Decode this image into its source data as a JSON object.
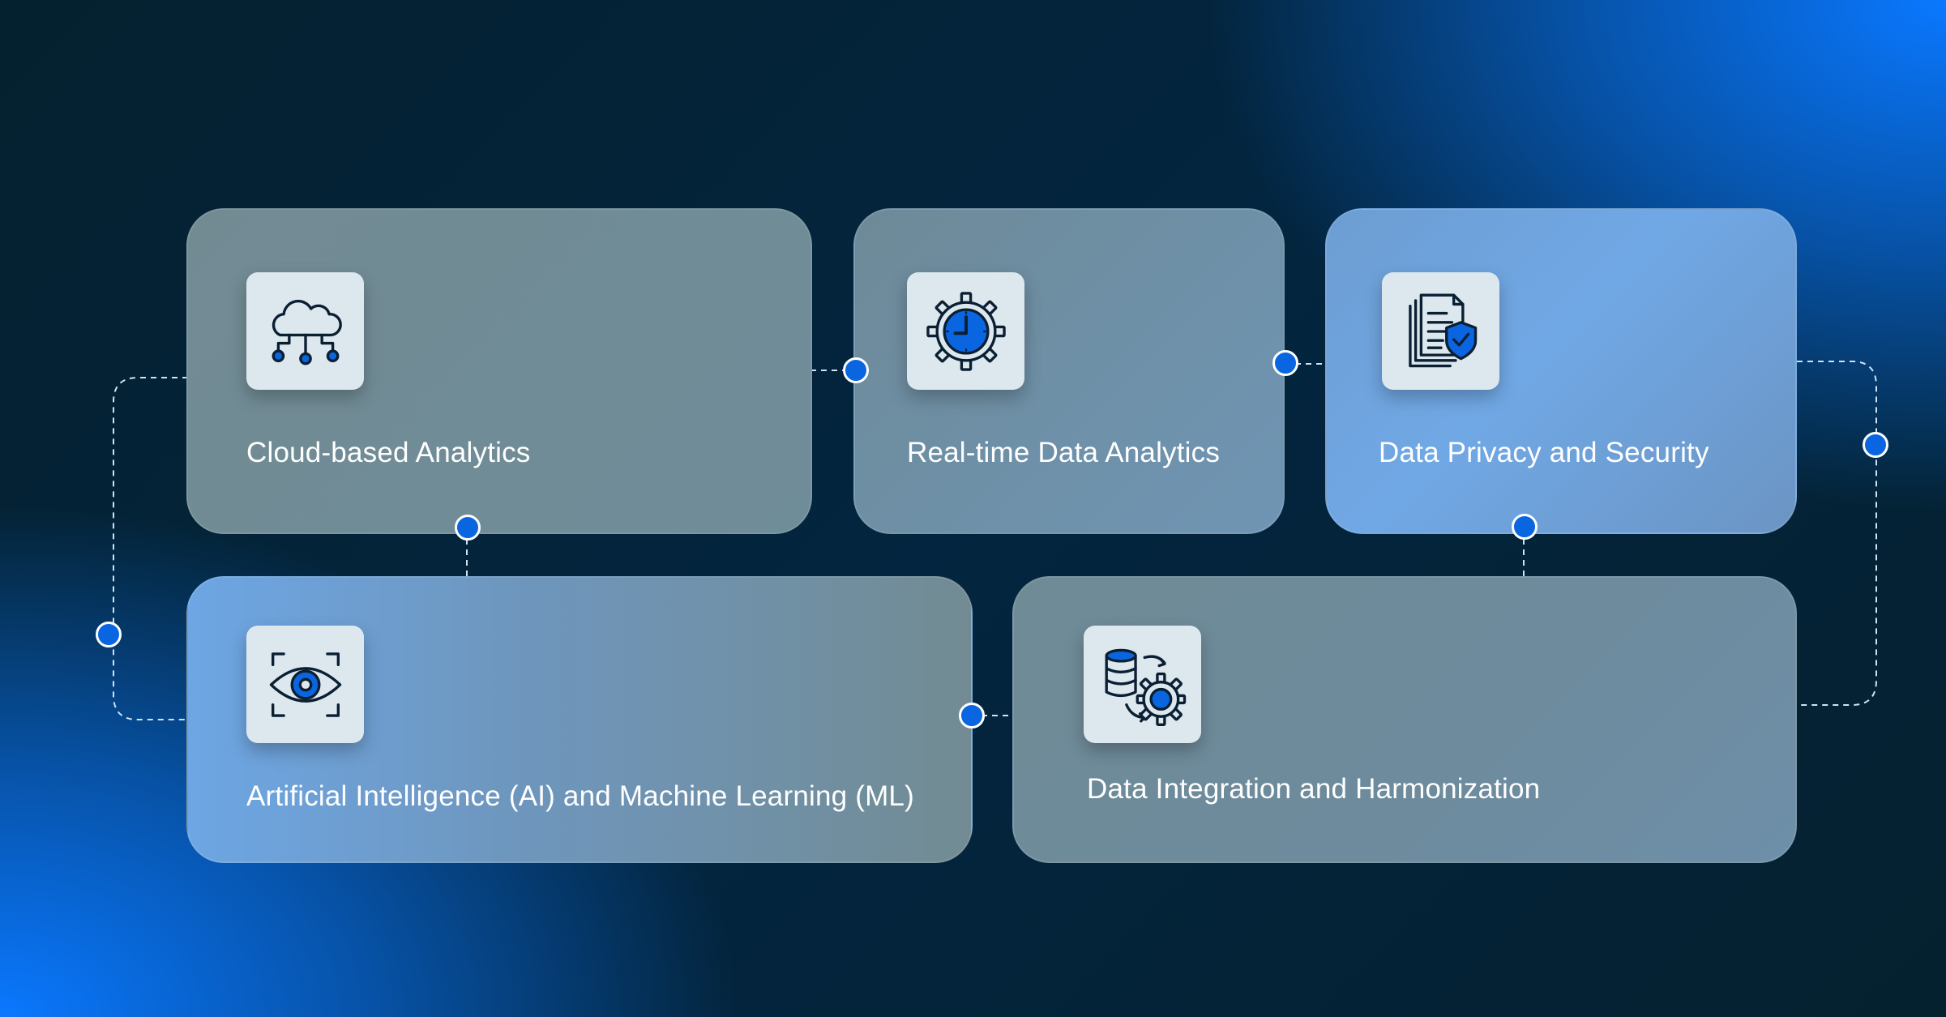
{
  "diagram": {
    "colors": {
      "accent": "#0a66e0",
      "icon_stroke": "#0b1f33",
      "icon_tile": "#dde8ee",
      "label": "#ffffff"
    },
    "cards": [
      {
        "label": "Cloud-based Analytics",
        "icon": "cloud-network-icon"
      },
      {
        "label": "Real-time Data Analytics",
        "icon": "gear-clock-icon"
      },
      {
        "label": "Data Privacy and Security",
        "icon": "document-shield-icon"
      },
      {
        "label": "Artificial Intelligence (AI) and Machine Learning (ML)",
        "icon": "eye-scan-icon"
      },
      {
        "label": "Data Integration and Harmonization",
        "icon": "database-gear-icon"
      }
    ]
  }
}
